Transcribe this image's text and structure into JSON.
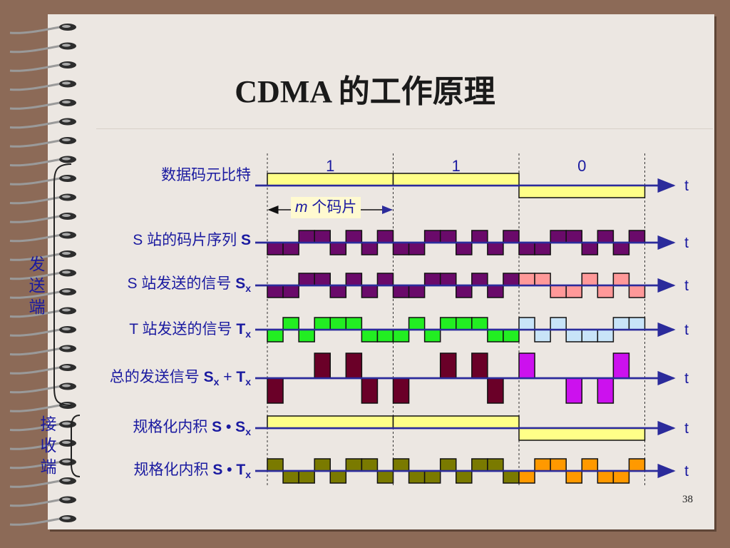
{
  "title": "CDMA 的工作原理",
  "page_number": "38",
  "bit_labels": [
    "1",
    "1",
    "0"
  ],
  "t_label": "t",
  "chip_span_label": {
    "italic": "m",
    "text": " 个码片"
  },
  "side_labels": {
    "sender": [
      "发",
      "送",
      "端"
    ],
    "receiver": [
      "接",
      "收",
      "端"
    ]
  },
  "rows": [
    {
      "key": "data",
      "label": "数据码元比特",
      "sub": ""
    },
    {
      "key": "s_seq",
      "label": "S 站的码片序列 ",
      "bold": "S",
      "sub": ""
    },
    {
      "key": "s_sig",
      "label": "S 站发送的信号 ",
      "bold": "S",
      "sub": "x"
    },
    {
      "key": "t_sig",
      "label": "T 站发送的信号 ",
      "bold": "T",
      "sub": "x"
    },
    {
      "key": "sum",
      "label": "总的发送信号 ",
      "bold": "S",
      "sub": "x",
      "extra": " + ",
      "bold2": "T",
      "sub2": "x"
    },
    {
      "key": "inner_s",
      "label": "规格化内积 ",
      "bold": "S • S",
      "sub": "x"
    },
    {
      "key": "inner_t",
      "label": "规格化内积 ",
      "bold": "S • T",
      "sub": "x"
    }
  ],
  "data_bits": [
    1,
    1,
    -1
  ],
  "s_chips": [
    -1,
    -1,
    1,
    1,
    -1,
    1,
    -1,
    1
  ],
  "t_chips": [
    -1,
    1,
    -1,
    1,
    1,
    1,
    -1,
    -1
  ],
  "colors": {
    "data": "#ffff88",
    "s_pos": "#6a0a6a",
    "s_neg": "#ff9999",
    "t_pos": "#22ee22",
    "t_neg": "#c8e4f8",
    "sum_pos": "#6a0028",
    "sum_neg": "#cc11ee",
    "inner": "#ffff88",
    "inner_t_pos": "#7a7a00",
    "inner_t_neg": "#ff9900",
    "axis": "#2b2b9b",
    "label": "#1a1aa0"
  }
}
